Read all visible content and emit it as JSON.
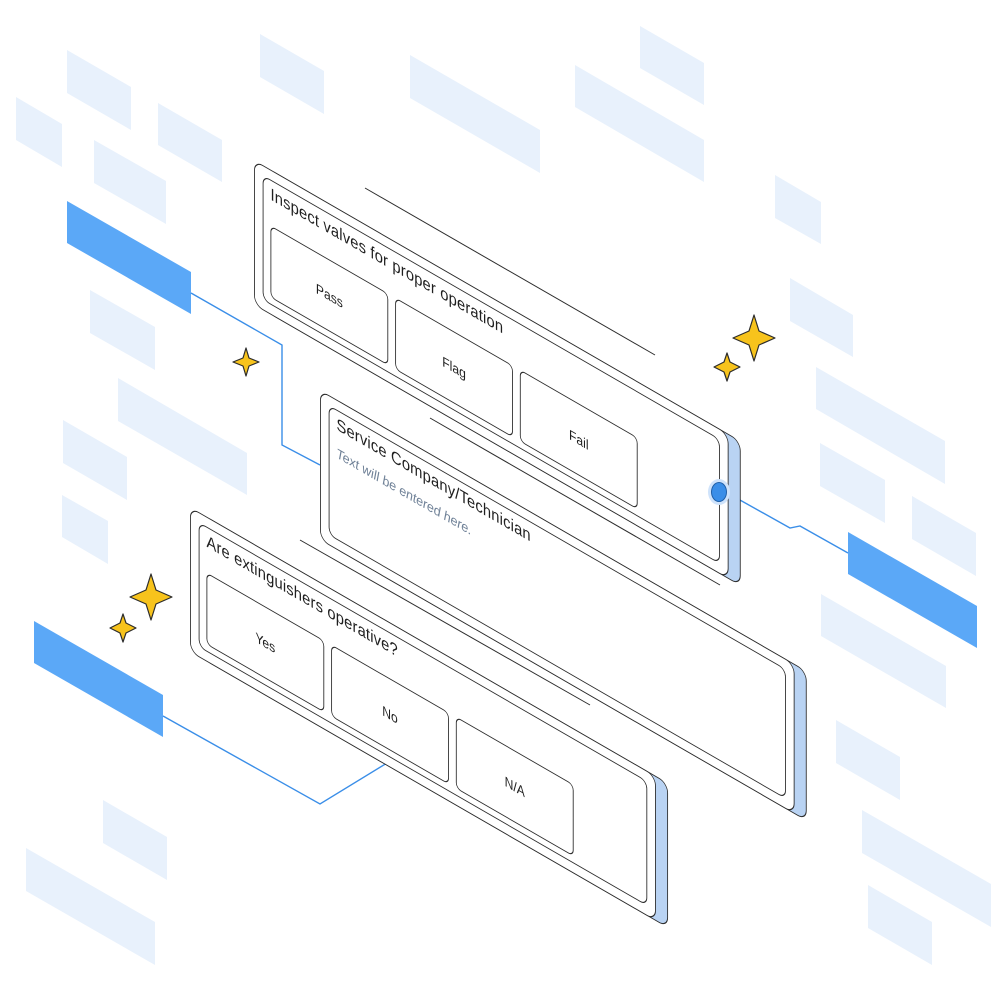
{
  "colors": {
    "accent_blue": "#5ba8f7",
    "light_blue_tile": "#e8f1fc",
    "card_side": "#b9d3f3",
    "line_blue": "#3a8ee8",
    "star_yellow": "#f7c31c",
    "stroke": "#2c2c2c"
  },
  "cards": {
    "valves": {
      "title": "Inspect valves for proper operation",
      "options": [
        "Pass",
        "Flag",
        "Fail"
      ]
    },
    "service": {
      "title": "Service Company/Technician",
      "placeholder": "Text will be entered here."
    },
    "extinguishers": {
      "title": "Are extinguishers operative?",
      "options": [
        "Yes",
        "No",
        "N/A"
      ]
    }
  },
  "decorations": {
    "icons": [
      "sparkle-icon"
    ]
  }
}
